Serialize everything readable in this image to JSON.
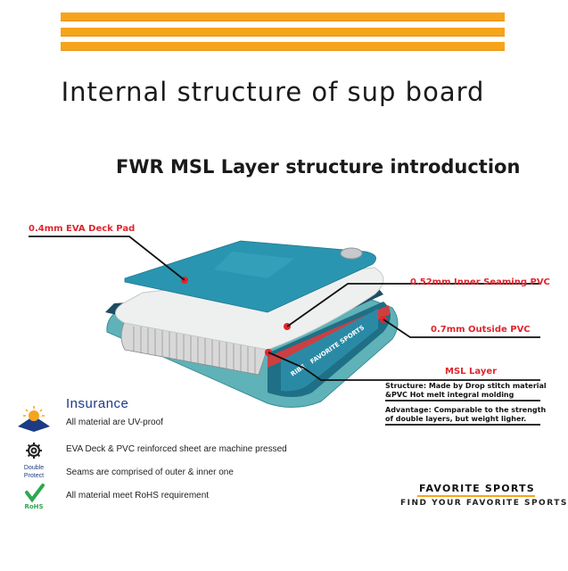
{
  "title": "Internal structure of sup board",
  "subtitle": "FWR MSL Layer structure introduction",
  "board_text": {
    "side_brand": "FAVORITE SPORTS",
    "side_short": "RIBE"
  },
  "callouts": [
    {
      "label": "0.4mm EVA Deck Pad"
    },
    {
      "label": "0.52mm Inner Seaming PVC"
    },
    {
      "label": "0.7mm Outside PVC"
    },
    {
      "label": "MSL Layer"
    }
  ],
  "msl_desc": {
    "structure_1": "Structure: Made by Drop stitch material",
    "structure_2": "&PVC Hot melt integral molding",
    "advantage_1": "Advantage: Comparable to the strength",
    "advantage_2": "of double layers, but weight ligher."
  },
  "insurance": {
    "title": "Insurance",
    "items": [
      {
        "icon": "sun-uv-icon",
        "text": "All material are UV-proof"
      },
      {
        "icon": "gear-icon",
        "text": "EVA Deck & PVC reinforced sheet are machine pressed"
      },
      {
        "icon": "double-protect-icon",
        "icon_text_1": "Double",
        "icon_text_2": "Protect",
        "text": "Seams are comprised of outer & inner one"
      },
      {
        "icon": "rohs-check-icon",
        "icon_text": "RoHS",
        "text": "All material meet RoHS requirement"
      }
    ]
  },
  "brand": {
    "logo": "FAVORITE SPORTS",
    "tagline": "FIND YOUR FAVORITE SPORTS"
  },
  "colors": {
    "accent": "#f6a41c",
    "callout_red": "#e0262e",
    "teal": "#2a8aa6",
    "navy": "#1c3b84"
  }
}
